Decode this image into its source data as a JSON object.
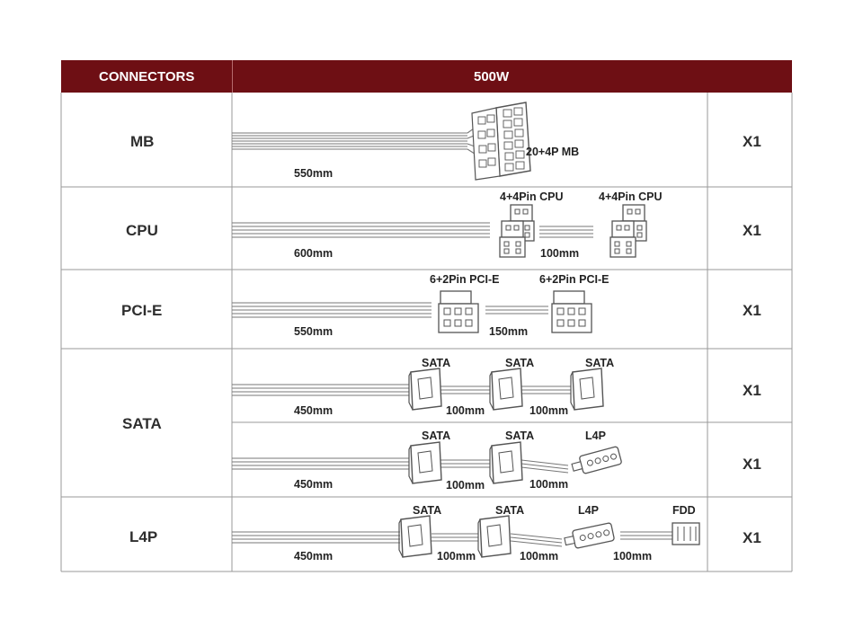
{
  "colors": {
    "header_bg": "#6e0f14",
    "border": "#9a9a9a",
    "cable": "#7a7a7a"
  },
  "header": {
    "col_connectors": "CONNECTORS",
    "col_wattage": "500W"
  },
  "rows": {
    "mb": {
      "label": "MB",
      "qty": "X1",
      "connector": "20+4P MB",
      "length": "550mm"
    },
    "cpu": {
      "label": "CPU",
      "qty": "X1",
      "connector_1": "4+4Pin CPU",
      "connector_2": "4+4Pin CPU",
      "length_1": "600mm",
      "length_2": "100mm"
    },
    "pcie": {
      "label": "PCI-E",
      "qty": "X1",
      "connector_1": "6+2Pin PCI-E",
      "connector_2": "6+2Pin PCI-E",
      "length_1": "550mm",
      "length_2": "150mm"
    },
    "sata": {
      "label": "SATA",
      "cable_a": {
        "qty": "X1",
        "connector_1": "SATA",
        "connector_2": "SATA",
        "connector_3": "SATA",
        "length_1": "450mm",
        "length_2": "100mm",
        "length_3": "100mm"
      },
      "cable_b": {
        "qty": "X1",
        "connector_1": "SATA",
        "connector_2": "SATA",
        "connector_3": "L4P",
        "length_1": "450mm",
        "length_2": "100mm",
        "length_3": "100mm"
      }
    },
    "l4p": {
      "label": "L4P",
      "qty": "X1",
      "connector_1": "SATA",
      "connector_2": "SATA",
      "connector_3": "L4P",
      "connector_4": "FDD",
      "length_1": "450mm",
      "length_2": "100mm",
      "length_3": "100mm",
      "length_4": "100mm"
    }
  }
}
